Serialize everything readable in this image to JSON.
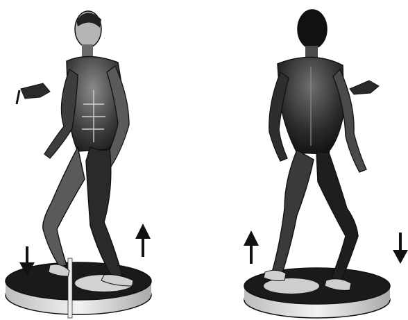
{
  "figure": {
    "panels": [
      {
        "id": "front-view",
        "view": "front",
        "arrows": [
          {
            "type": "down-arrow",
            "side": "left"
          },
          {
            "type": "up-arrow",
            "side": "right"
          },
          {
            "type": "hand-pointer-icon",
            "side": "left"
          }
        ]
      },
      {
        "id": "back-view",
        "view": "back",
        "arrows": [
          {
            "type": "up-arrow",
            "side": "left"
          },
          {
            "type": "down-arrow",
            "side": "right"
          },
          {
            "type": "hand-pointer-icon",
            "side": "right"
          }
        ]
      }
    ],
    "colors": {
      "ink": "#111111",
      "platform_top": "#1a1a1a",
      "platform_rim": "#d9d9d9",
      "background": "#ffffff"
    }
  }
}
